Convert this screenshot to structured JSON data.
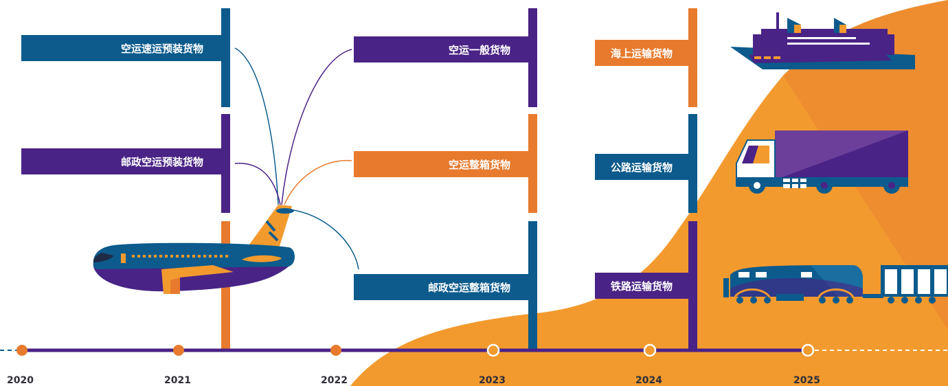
{
  "colors": {
    "blue": "#0c5b8c",
    "purple": "#4a2386",
    "orange": "#e87a2d",
    "orange_light": "#f39a2f",
    "timeline": "#4a2386",
    "text_dark": "#2f2f3a"
  },
  "labels": {
    "air_express_prebuilt": "空运速运预装货物",
    "air_general": "空运一般货物",
    "sea": "海上运输货物",
    "postal_air_prebuilt": "邮政空运预装货物",
    "air_full_container": "空运整箱货物",
    "road": "公路运输货物",
    "postal_air_full_container": "邮政空运整箱货物",
    "rail": "铁路运输货物"
  },
  "timeline": {
    "years": [
      "2020",
      "2021",
      "2022",
      "2023",
      "2024",
      "2025"
    ]
  },
  "icons": [
    "airplane-icon",
    "ship-icon",
    "truck-icon",
    "train-icon"
  ]
}
